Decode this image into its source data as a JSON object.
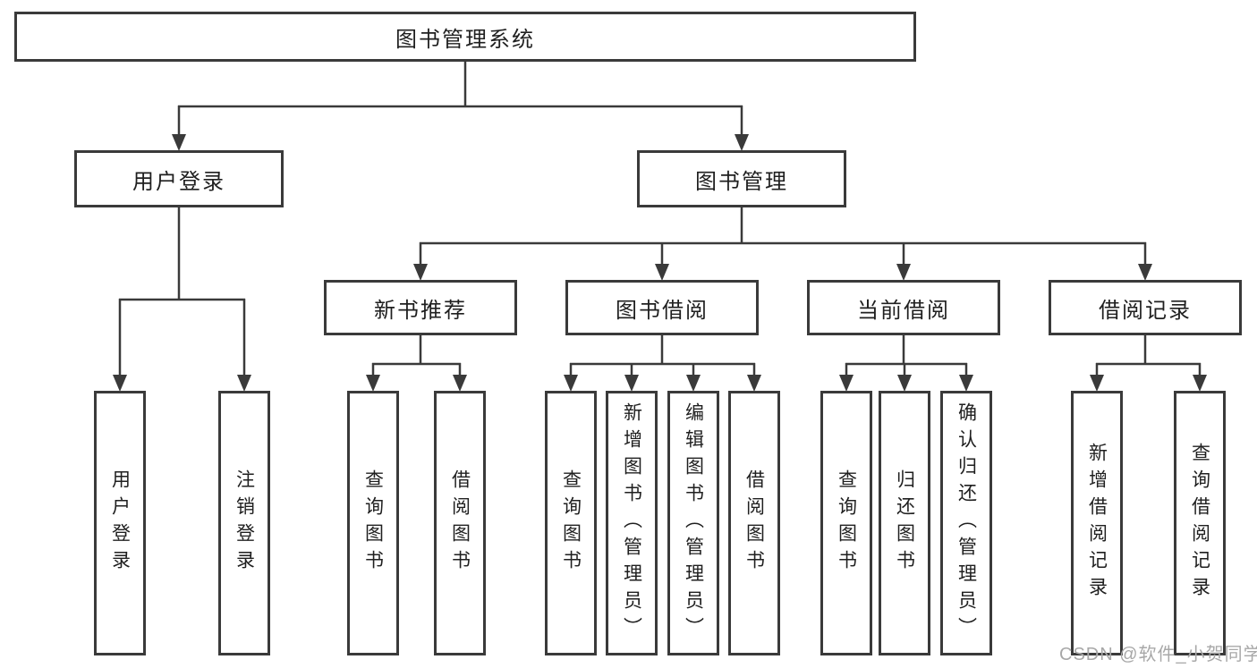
{
  "diagram": {
    "root": "图书管理系统",
    "level2": {
      "user_login": "用户登录",
      "book_management": "图书管理"
    },
    "level3": {
      "new_book_recommend": "新书推荐",
      "book_borrow": "图书借阅",
      "current_borrow": "当前借阅",
      "borrow_record": "借阅记录"
    },
    "leaves": {
      "user_login": [
        "用户登录",
        "注销登录"
      ],
      "new_book_recommend": [
        "查询图书",
        "借阅图书"
      ],
      "book_borrow": [
        "查询图书",
        "新增图书（管理员）",
        "编辑图书（管理员）",
        "借阅图书"
      ],
      "current_borrow": [
        "查询图书",
        "归还图书",
        "确认归还（管理员）"
      ],
      "borrow_record": [
        "新增借阅记录",
        "查询借阅记录"
      ]
    },
    "watermark": "CSDN @软件_小贺同学",
    "colors": {
      "line": "#3a3a3a",
      "box_border": "#3a3a3a",
      "text": "#1f1f1f",
      "watermark": "#a8a8a8",
      "background": "#ffffff"
    }
  }
}
